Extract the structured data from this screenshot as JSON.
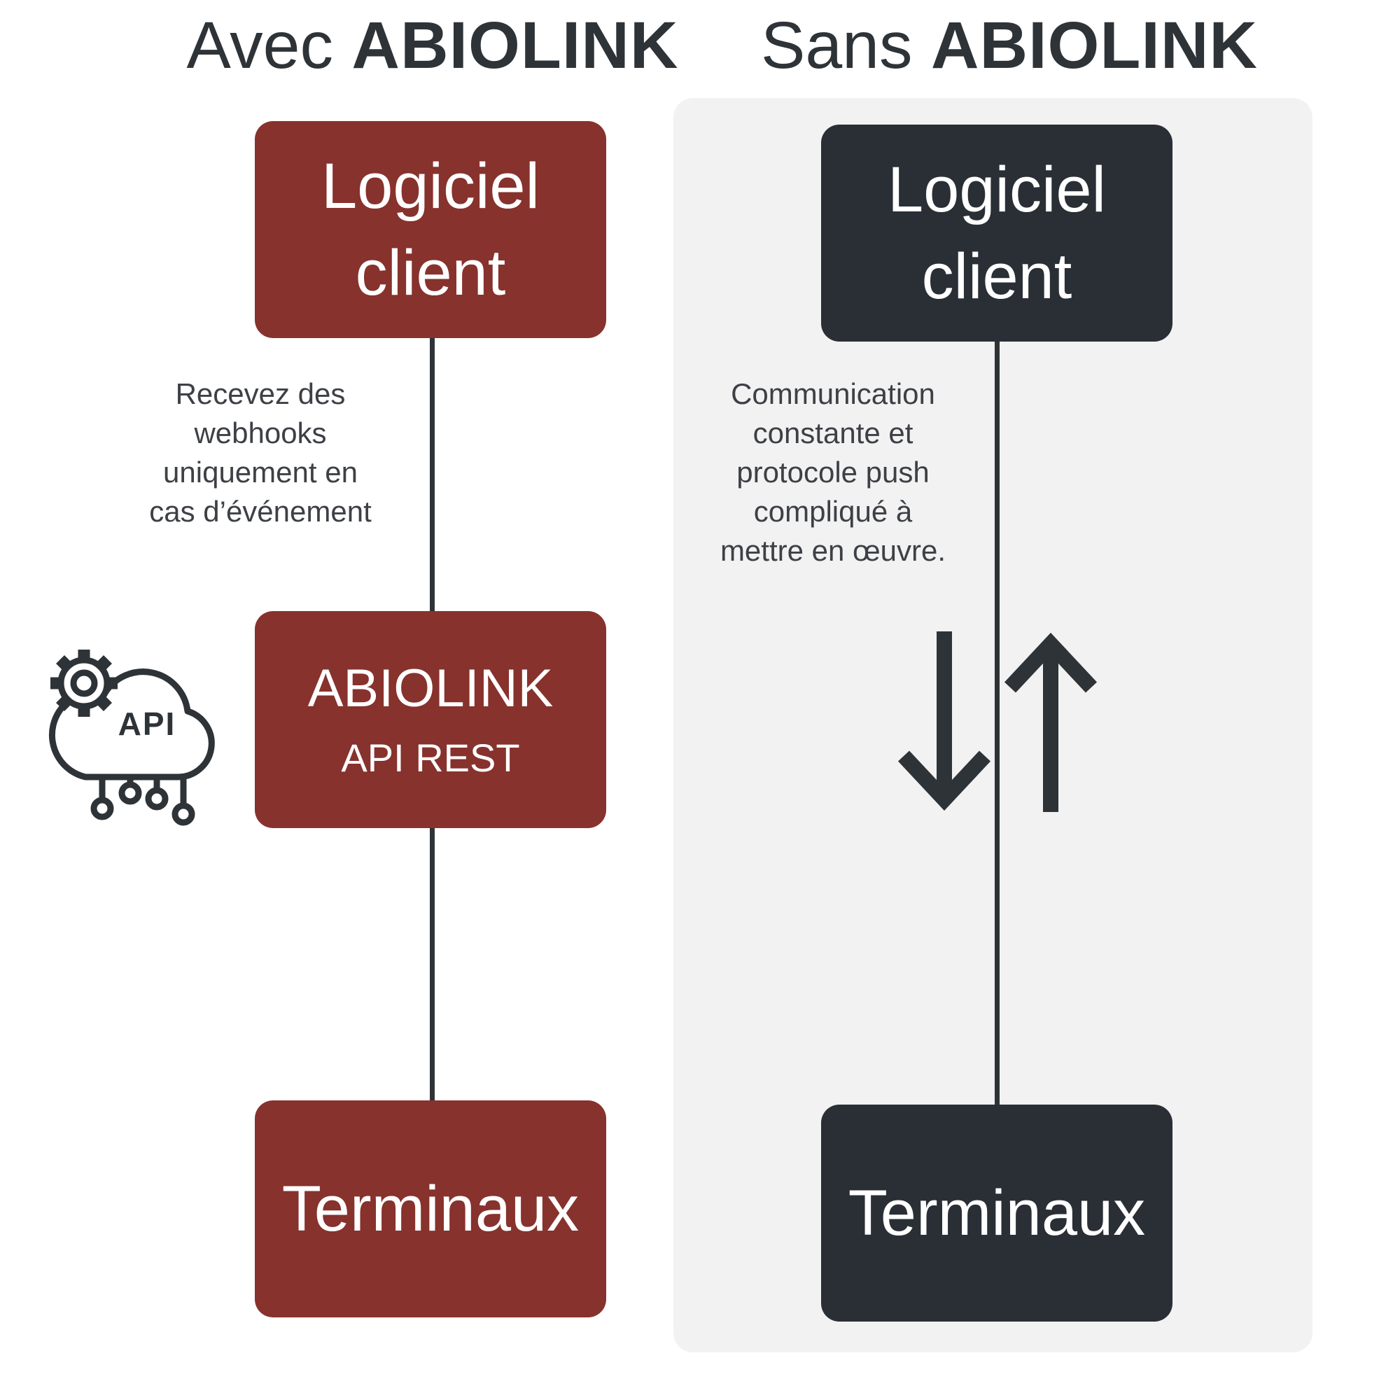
{
  "colors": {
    "background": "#FFFFFF",
    "maroon_box": "#87322D",
    "charcoal_box": "#2A2F36",
    "ink": "#2E3338",
    "note_text": "#3D4045",
    "panel_gray": "#F2F2F2",
    "box_text": "#FFFFFF"
  },
  "left_column": {
    "title_prefix": "Avec ",
    "title_brand": "ABIOLINK",
    "client_box_label": "Logiciel\nclient",
    "note": "Recevez des\nwebhooks\nuniquement en\ncas d’événement",
    "api_box_title": "ABIOLINK",
    "api_box_subtitle": "API REST",
    "api_icon_label": "API",
    "terminals_box_label": "Terminaux"
  },
  "right_column": {
    "title_prefix": "Sans ",
    "title_brand": "ABIOLINK",
    "client_box_label": "Logiciel\nclient",
    "note": "Communication\nconstante et\nprotocole push\ncompliqué à\nmettre en œuvre.",
    "terminals_box_label": "Terminaux"
  }
}
